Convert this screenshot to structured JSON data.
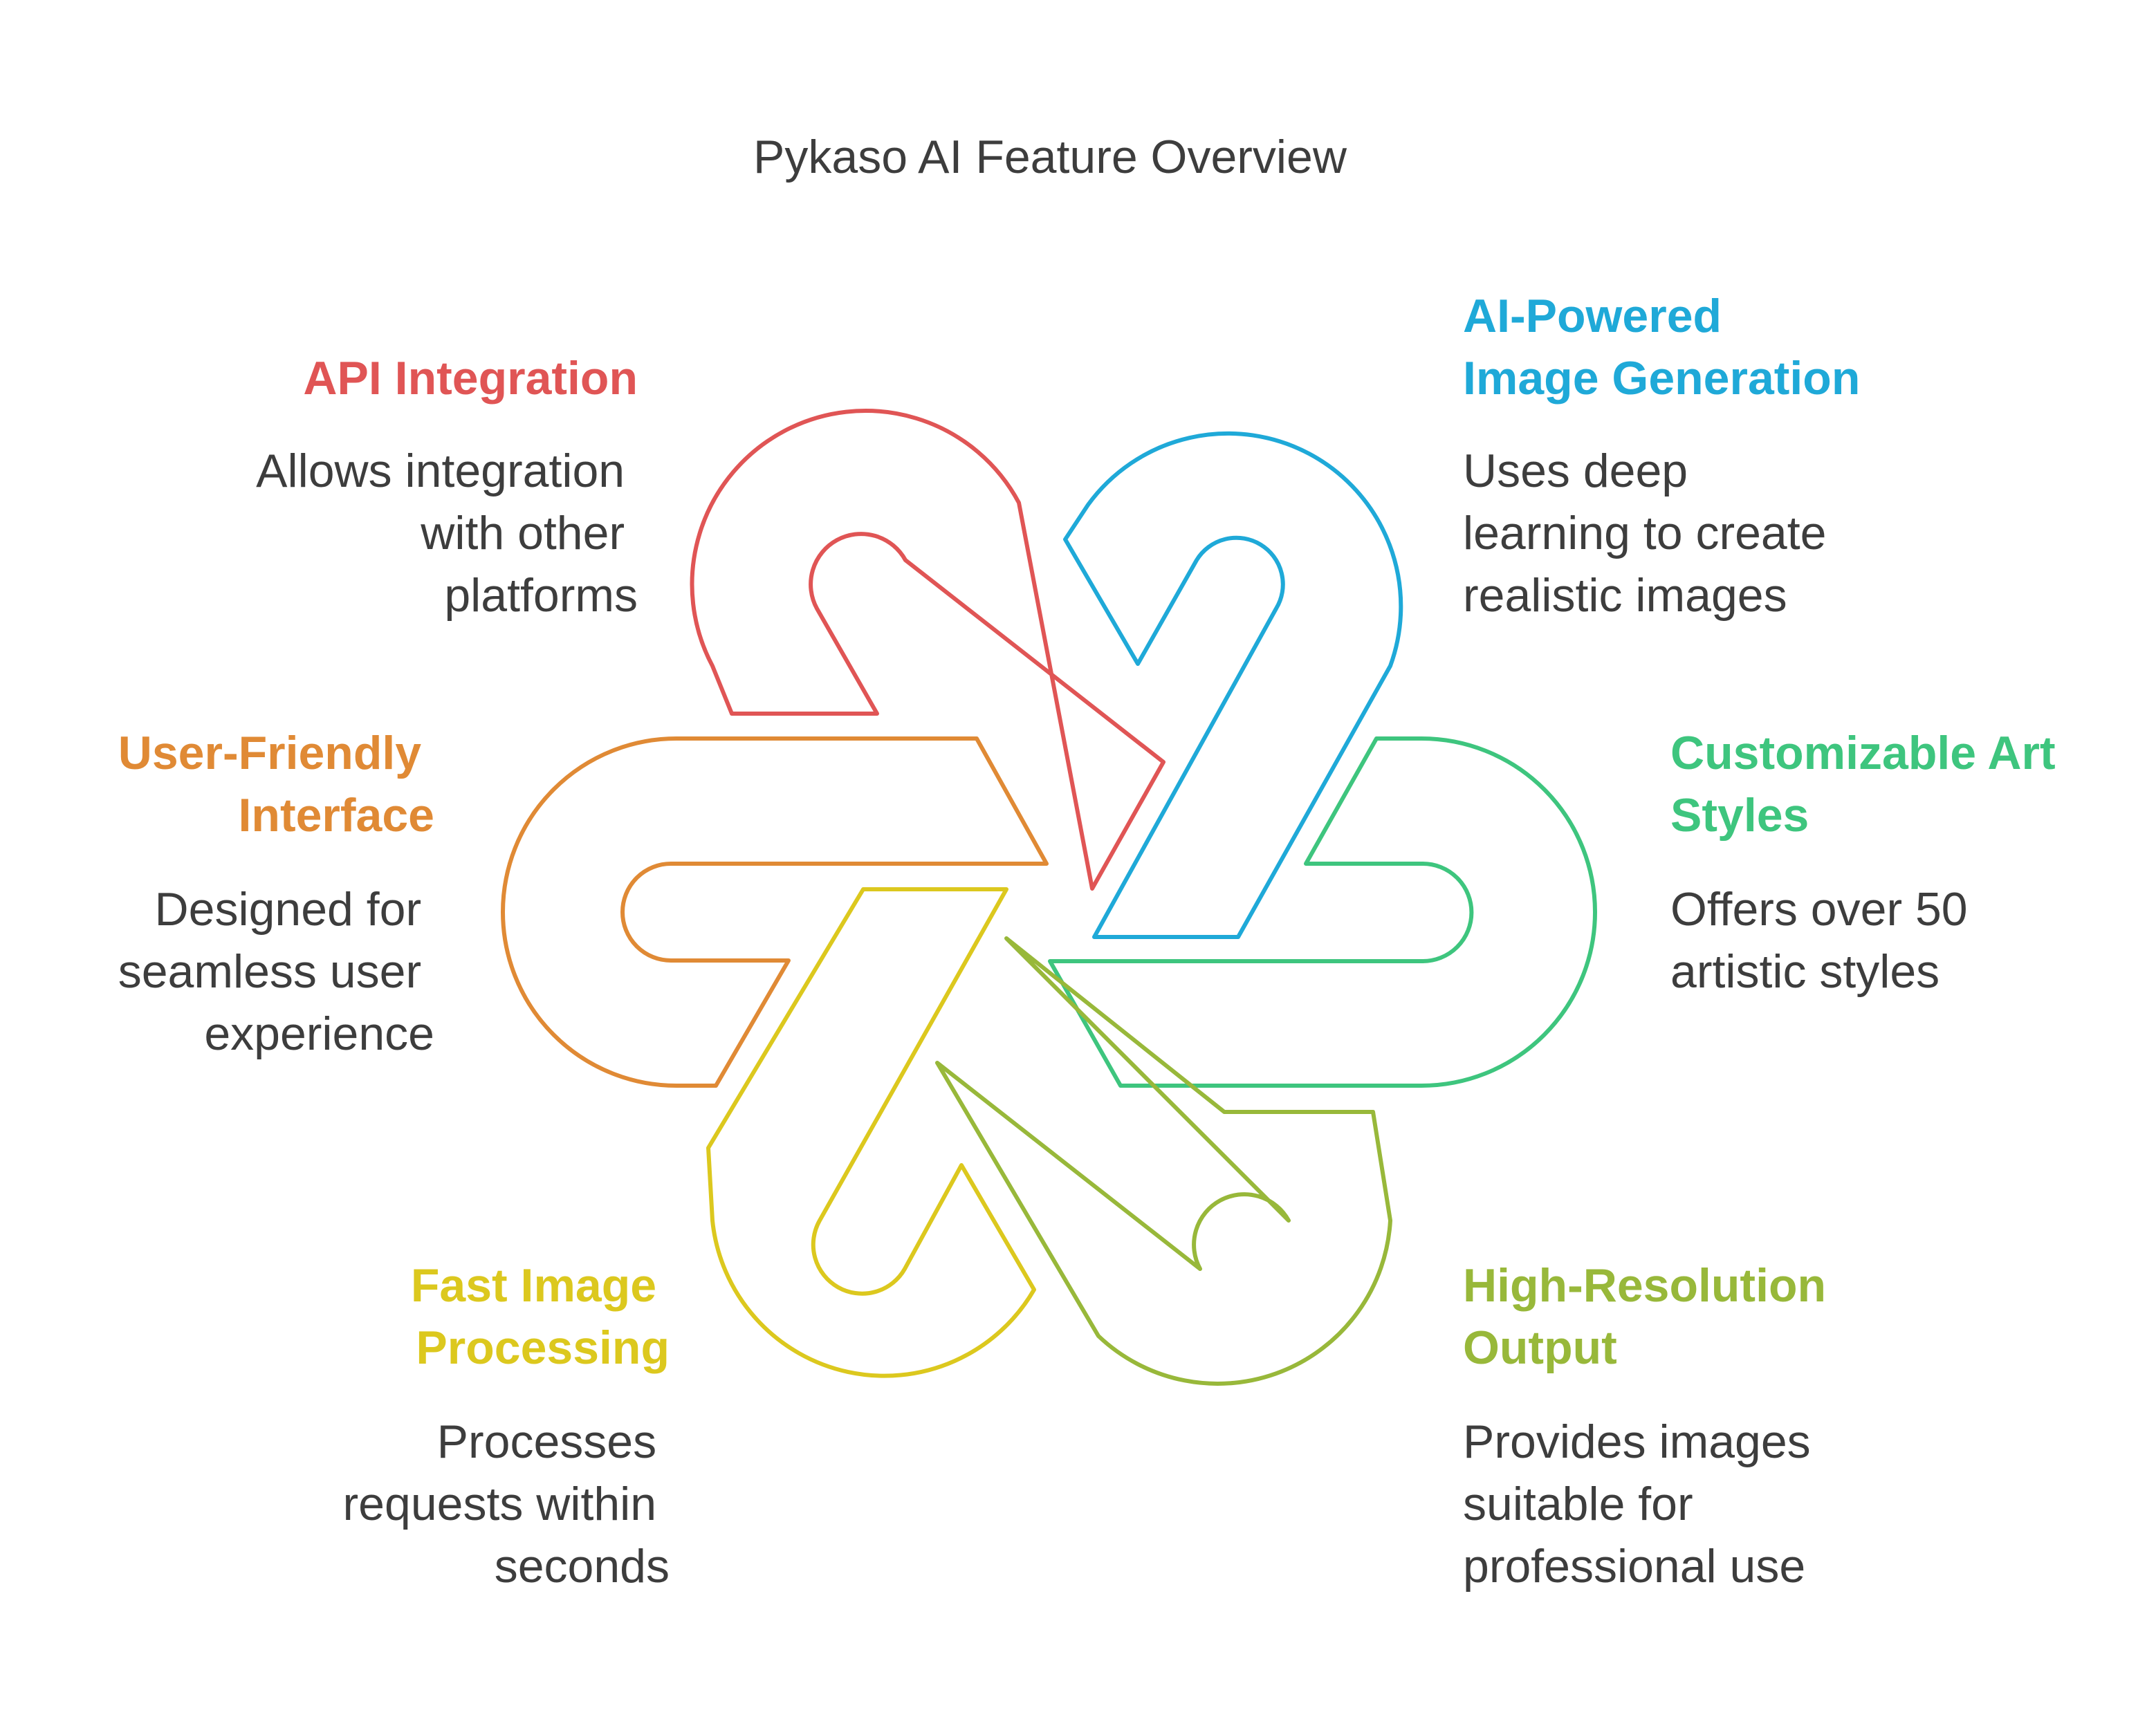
{
  "title": "Pykaso AI Feature Overview",
  "features": [
    {
      "id": "api-integration",
      "title_lines": [
        "API Integration"
      ],
      "desc_lines": [
        "Allows integration",
        "with other",
        "platforms"
      ],
      "color": "#e05555"
    },
    {
      "id": "ai-powered-image-generation",
      "title_lines": [
        "AI-Powered",
        "Image Generation"
      ],
      "desc_lines": [
        "Uses deep",
        "learning to create",
        "realistic images"
      ],
      "color": "#1fa9d8"
    },
    {
      "id": "user-friendly-interface",
      "title_lines": [
        "User-Friendly",
        "Interface"
      ],
      "desc_lines": [
        "Designed for",
        "seamless user",
        "experience"
      ],
      "color": "#e08a35"
    },
    {
      "id": "customizable-art-styles",
      "title_lines": [
        "Customizable Art",
        "Styles"
      ],
      "desc_lines": [
        "Offers over 50",
        "artistic styles"
      ],
      "color": "#3ec57e"
    },
    {
      "id": "fast-image-processing",
      "title_lines": [
        "Fast Image",
        "Processing"
      ],
      "desc_lines": [
        "Processes",
        "requests within",
        "seconds"
      ],
      "color": "#dcc81e"
    },
    {
      "id": "high-resolution-output",
      "title_lines": [
        "High-Resolution",
        "Output"
      ],
      "desc_lines": [
        "Provides images",
        "suitable for",
        "professional use"
      ],
      "color": "#98b83a"
    }
  ]
}
